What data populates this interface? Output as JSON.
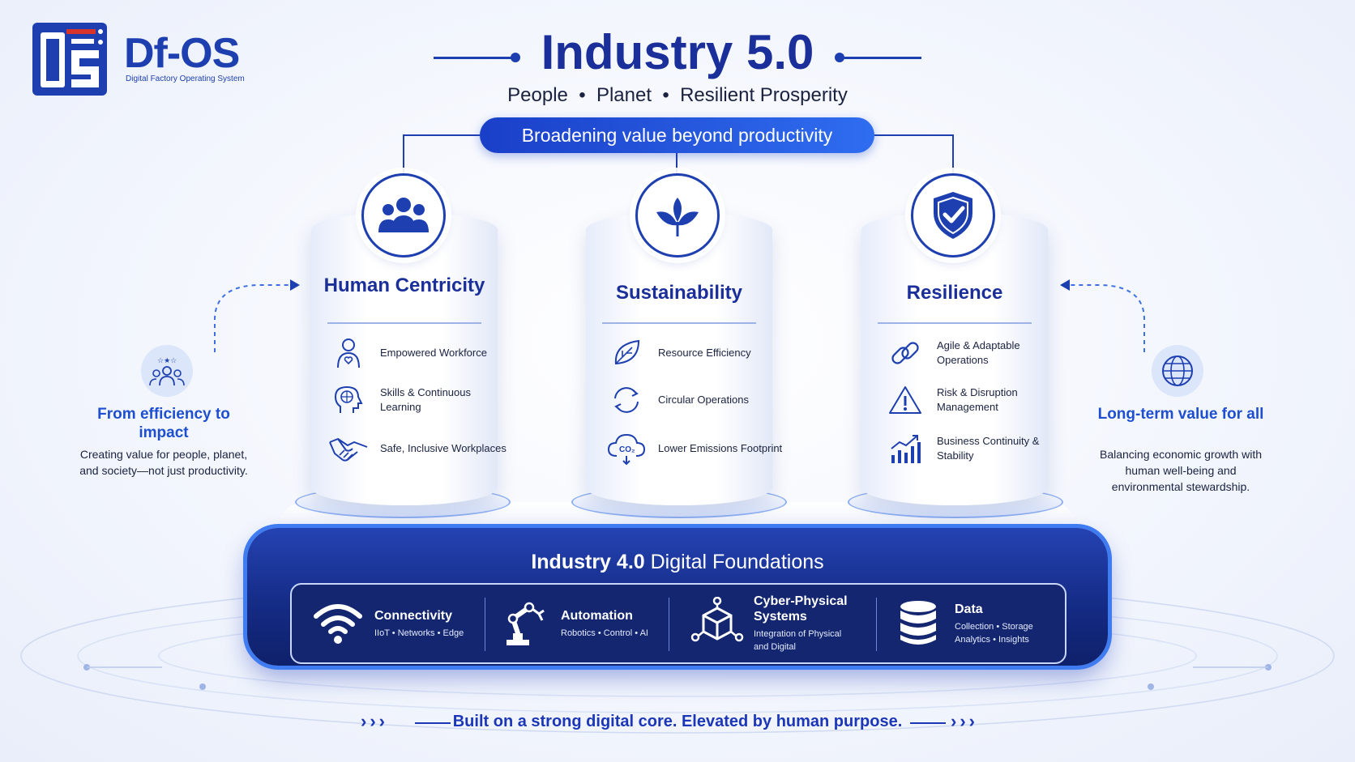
{
  "logo": {
    "name": "Df-OS",
    "subtitle": "Digital Factory Operating System"
  },
  "header": {
    "title": "Industry 5.0",
    "subtitle": "People  •  Planet  •  Resilient Prosperity",
    "pill": "Broadening value beyond productivity"
  },
  "pillars": [
    {
      "title": "Human Centricity",
      "icon": "people-icon",
      "items": [
        {
          "label": "Empowered Workforce",
          "icon": "person-heart-icon"
        },
        {
          "label": "Skills & Continuous Learning",
          "icon": "brain-head-icon"
        },
        {
          "label": "Safe, Inclusive Workplaces",
          "icon": "handshake-icon"
        }
      ]
    },
    {
      "title": "Sustainability",
      "icon": "leaf-sprout-icon",
      "items": [
        {
          "label": "Resource Efficiency",
          "icon": "leaf-icon"
        },
        {
          "label": "Circular Operations",
          "icon": "cycle-icon"
        },
        {
          "label": "Lower Emissions Footprint",
          "icon": "co2-cloud-icon"
        }
      ]
    },
    {
      "title": "Resilience",
      "icon": "shield-check-icon",
      "items": [
        {
          "label": "Agile & Adaptable Operations",
          "icon": "chain-link-icon"
        },
        {
          "label": "Risk & Disruption Management",
          "icon": "warning-icon"
        },
        {
          "label": "Business Continuity & Stability",
          "icon": "growth-chart-icon"
        }
      ]
    }
  ],
  "left_note": {
    "title": "From efficiency to impact",
    "text": "Creating value for people, planet, and society—not just productivity.",
    "icon": "group-stars-icon"
  },
  "right_note": {
    "title": "Long-term value for all",
    "text": "Balancing economic growth with human well-being and environmental stewardship.",
    "icon": "globe-icon"
  },
  "foundation": {
    "title_bold": "Industry 4.0",
    "title_rest": " Digital Foundations",
    "items": [
      {
        "name": "Connectivity",
        "sub": "IIoT • Networks • Edge",
        "icon": "wifi-icon"
      },
      {
        "name": "Automation",
        "sub": "Robotics • Control • AI",
        "icon": "robot-arm-icon"
      },
      {
        "name": "Cyber-Physical Systems",
        "sub": "Integration of Physical and Digital",
        "icon": "cube-network-icon"
      },
      {
        "name": "Data",
        "sub": "Collection • Storage Analytics • Insights",
        "icon": "database-icon"
      }
    ]
  },
  "footer": {
    "tagline": "Built on a strong digital core. Elevated by human purpose.",
    "chevrons": "›››"
  },
  "colors": {
    "primary": "#1d3fb0",
    "accent": "#3f7cf2",
    "foundation": "#142a82"
  }
}
